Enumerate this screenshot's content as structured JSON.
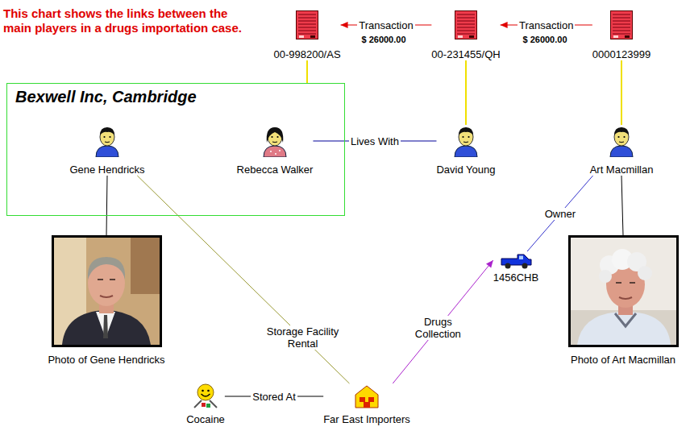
{
  "diagram": {
    "title": "This chart shows the links between the main players in a drugs importation case.",
    "nodes": [
      {
        "text": [
          "00-998200/AS"
        ]
      },
      {
        "text": [
          "00-231455/QH"
        ]
      },
      {
        "text": [
          "0000123999"
        ]
      },
      {
        "text": [
          "Bexwell Inc, Cambridge"
        ]
      },
      {
        "text": [
          "Gene Hendricks"
        ],
        "in": 3
      },
      {
        "text": [
          "Rebecca Walker"
        ],
        "in": 3
      },
      {
        "text": [
          "David Young"
        ]
      },
      {
        "text": [
          "Art Macmillan"
        ]
      },
      {
        "text": [
          "Photo of Gene Hendricks"
        ]
      },
      {
        "text": [
          "1456CHB"
        ]
      },
      {
        "text": [
          "Photo of Art Macmillan"
        ]
      },
      {
        "text": [
          "Cocaine"
        ]
      },
      {
        "text": [
          "Far East Importers"
        ]
      }
    ],
    "edges": [
      {
        "from": 1,
        "to": 0,
        "arrow": "to",
        "label": "Transaction"
      },
      {
        "from": 2,
        "to": 1,
        "arrow": "to",
        "label": "Transaction"
      },
      {
        "from": 0,
        "to": 3,
        "arrow": "none"
      },
      {
        "from": 1,
        "to": 6,
        "arrow": "none"
      },
      {
        "from": 2,
        "to": 7,
        "arrow": "none"
      },
      {
        "from": 5,
        "to": 6,
        "arrow": "none",
        "label": "Lives With"
      },
      {
        "from": 4,
        "to": 8,
        "arrow": "none"
      },
      {
        "from": 7,
        "to": 10,
        "arrow": "none"
      },
      {
        "from": 4,
        "to": 12,
        "arrow": "none",
        "label": "Storage Facility Rental"
      },
      {
        "from": 9,
        "to": 7,
        "arrow": "none",
        "label": "Owner"
      },
      {
        "from": 12,
        "to": 9,
        "arrow": "to",
        "label": "Drugs Collection"
      },
      {
        "from": 11,
        "to": 12,
        "arrow": "none",
        "label": "Stored At"
      }
    ],
    "labels": [
      "$ 26000.00",
      "$ 26000.00"
    ]
  }
}
